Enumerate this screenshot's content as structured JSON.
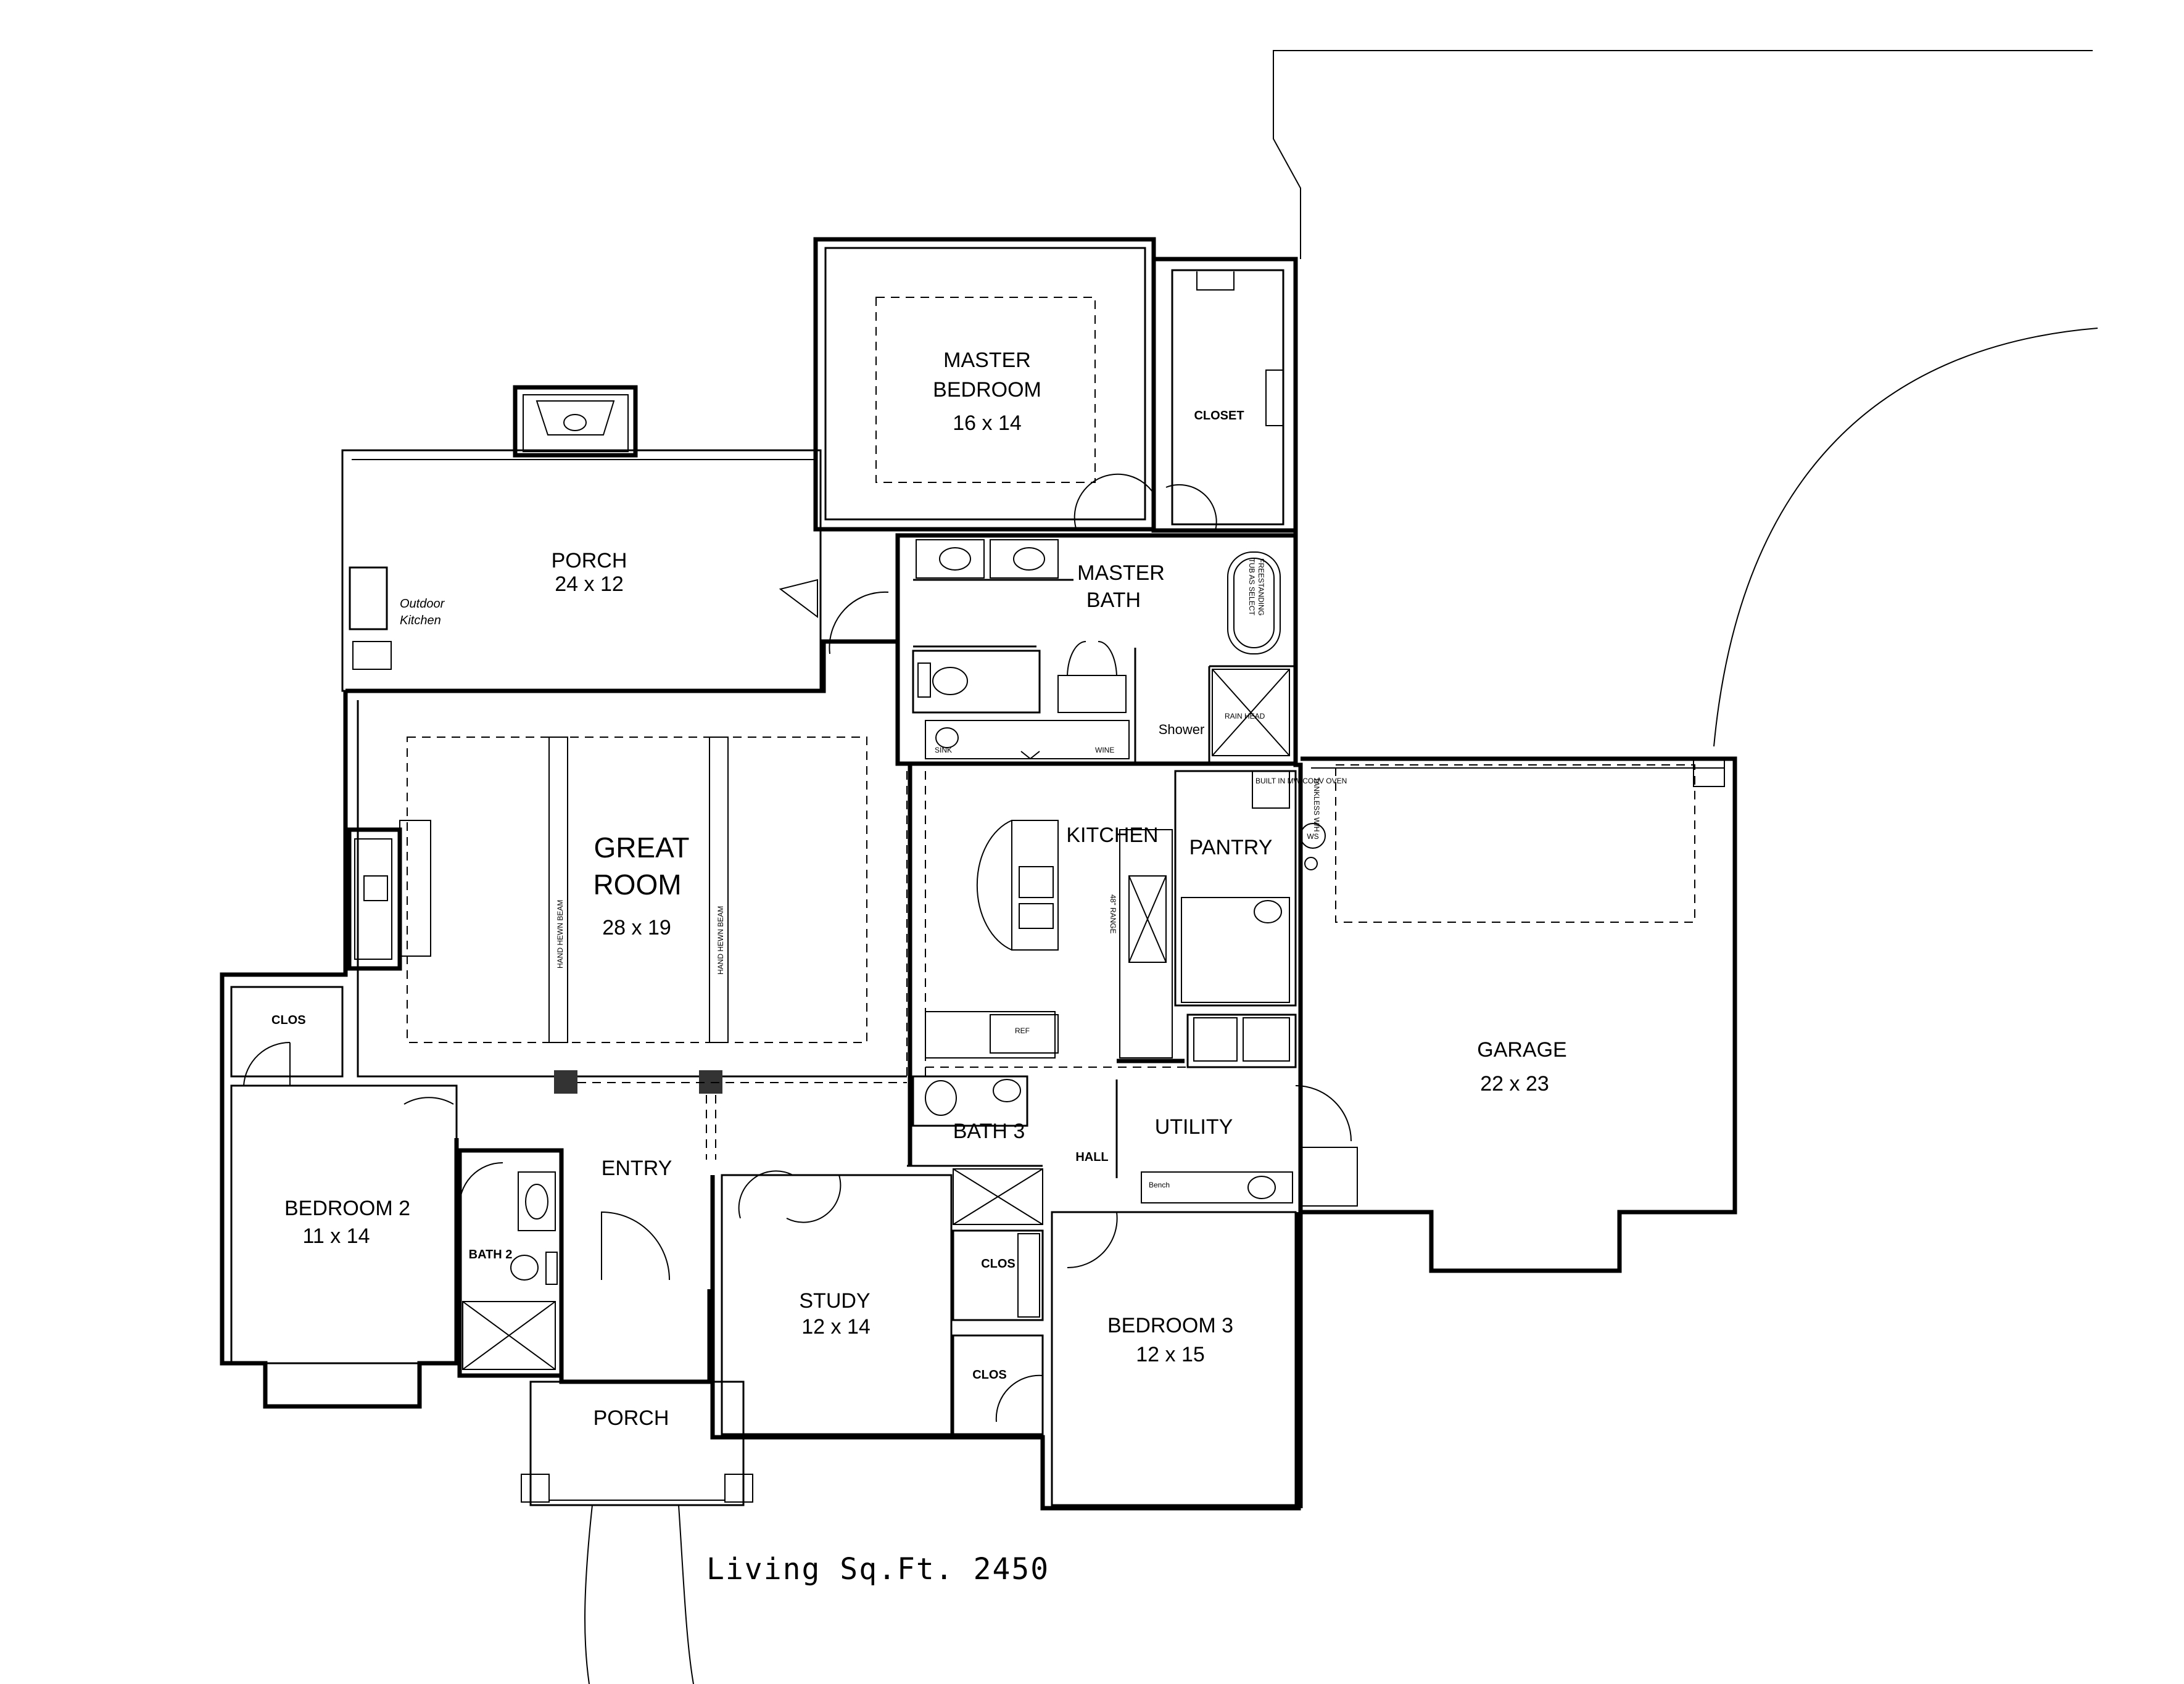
{
  "rooms": {
    "master_bedroom": {
      "name_line1": "MASTER",
      "name_line2": "BEDROOM",
      "size": "16 x 14"
    },
    "closet": {
      "name": "CLOSET"
    },
    "master_bath": {
      "name_line1": "MASTER",
      "name_line2": "BATH"
    },
    "shower": {
      "name": "Shower",
      "rain_head": "RAIN HEAD"
    },
    "tub": {
      "label_line1": "FREESTANDING",
      "label_line2": "TUB AS SELECT"
    },
    "porch_rear": {
      "name": "PORCH",
      "size": "24 x 12"
    },
    "outdoor_kitchen": {
      "line1": "Outdoor",
      "line2": "Kitchen"
    },
    "great_room": {
      "name_line1": "GREAT",
      "name_line2": "ROOM",
      "size": "28 x 19",
      "beam_label": "HAND HEWN BEAM"
    },
    "kitchen": {
      "name": "KITCHEN",
      "range": "48\" RANGE",
      "sink": "SINK",
      "wine": "WINE",
      "ref": "REF"
    },
    "pantry": {
      "name": "PANTRY",
      "oven": "BUILT IN MW/CONV OVEN",
      "tankless": "TANKLESS W/H",
      "ws": "WS"
    },
    "garage": {
      "name": "GARAGE",
      "size": "22 x 23"
    },
    "bedroom2": {
      "name": "BEDROOM 2",
      "size": "11 x 14",
      "clos": "CLOS"
    },
    "bath2": {
      "name": "BATH 2"
    },
    "entry": {
      "name": "ENTRY"
    },
    "bath3": {
      "name": "BATH 3"
    },
    "hall": {
      "name": "HALL"
    },
    "utility": {
      "name": "UTILITY",
      "bench": "Bench"
    },
    "study": {
      "name": "STUDY",
      "size": "12 x 14"
    },
    "bedroom3": {
      "name": "BEDROOM 3",
      "size": "12 x 15",
      "clos_a": "CLOS",
      "clos_b": "CLOS"
    },
    "porch_front": {
      "name": "PORCH"
    }
  },
  "footer": {
    "living_sqft": "Living Sq.Ft.  2450"
  }
}
